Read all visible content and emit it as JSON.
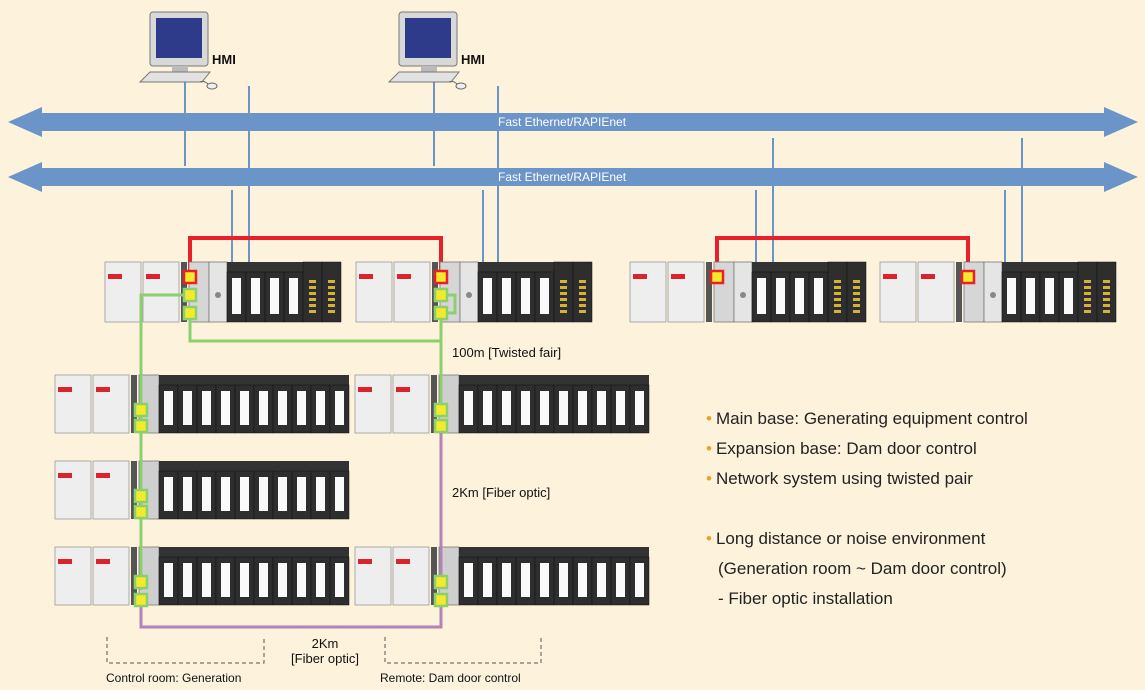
{
  "hmi": [
    {
      "label": "HMI"
    },
    {
      "label": "HMI"
    }
  ],
  "networks": [
    {
      "label": "Fast Ethernet/RAPIEnet"
    },
    {
      "label": "Fast Ethernet/RAPIEnet"
    }
  ],
  "links": {
    "twisted_pair_label": "100m [Twisted fair]",
    "fiber_vertical_label": "2Km [Fiber optic]",
    "fiber_bottom_label_line1": "2Km",
    "fiber_bottom_label_line2": "[Fiber optic]"
  },
  "zones": {
    "control_room": "Control room: Generation",
    "remote": "Remote: Dam door control"
  },
  "notes": {
    "items": [
      "Main base: Generating equipment control",
      "Expansion base: Dam door control",
      "Network system using twisted pair"
    ],
    "long_distance": "Long distance or noise environment",
    "long_distance_detail": "(Generation room ~ Dam door control)",
    "long_distance_sub": "- Fiber optic installation"
  },
  "colors": {
    "background": "#fdf3dc",
    "ethernet_bus": "#6b94c8",
    "redundant_link": "#e8202a",
    "twisted_pair": "#8ccf6f",
    "fiber_optic": "#b383b8",
    "bullet": "#e8a32a"
  }
}
